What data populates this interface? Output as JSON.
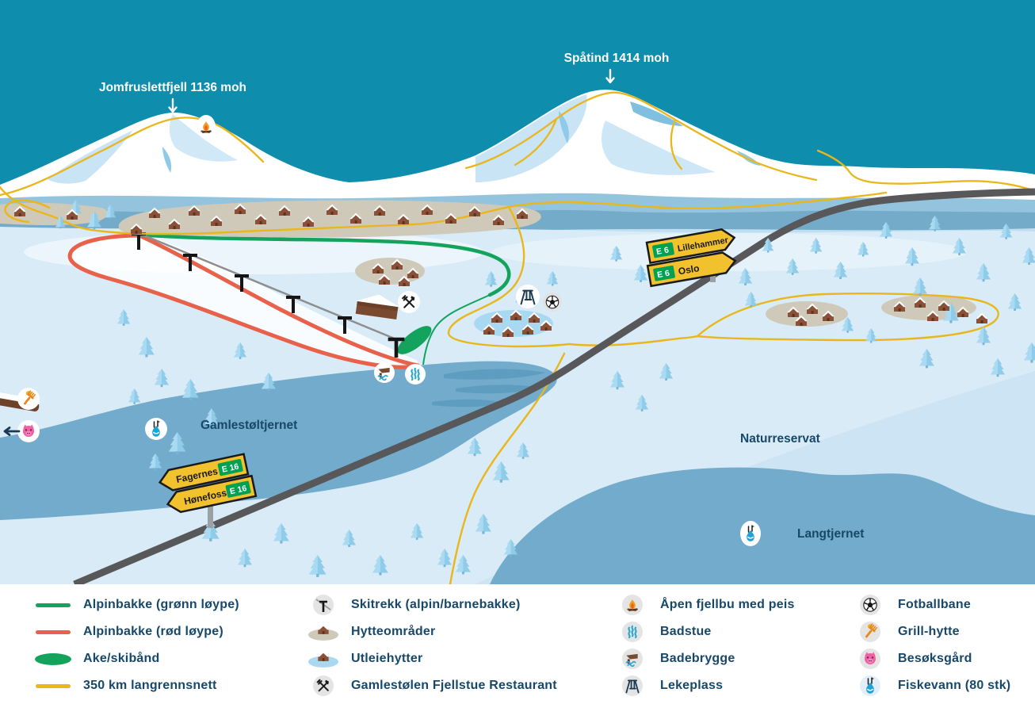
{
  "colors": {
    "sky_teal": "#0e8dac",
    "snow_foreground": "#d8ebf7",
    "mountain_shade": "#c9e4f5",
    "ridge_mid_blue": "#93c3dd",
    "ridge_dark_blue": "#74abc9",
    "lake_blue": "#72abcb",
    "pond_blue": "#a9d9f1",
    "hut_area_grey": "#cfc9ba",
    "hut_brown": "#8a5138",
    "road_grey": "#58585a",
    "slope_green": "#14a35c",
    "slope_red": "#e8614b",
    "trail_yellow": "#e9b71b",
    "text_navy": "#17486a",
    "sign_yellow": "#f2c12e",
    "sign_route_green": "#00a150"
  },
  "map": {
    "peak_labels": [
      {
        "text": "Jomfruslettfjell 1136 moh"
      },
      {
        "text": "Spåtind 1414 moh"
      }
    ],
    "place_labels": [
      {
        "text": "Gamlestøltjernet"
      },
      {
        "text": "Naturreservat"
      },
      {
        "text": "Langtjernet"
      }
    ],
    "road_signs": {
      "west": {
        "rows": [
          {
            "destination": "Fagernes",
            "route": "E 16"
          },
          {
            "destination": "Hønefoss",
            "route": "E 16"
          }
        ]
      },
      "east": {
        "rows": [
          {
            "route": "E 6",
            "destination": "Lillehammer"
          },
          {
            "route": "E 6",
            "destination": "Oslo"
          }
        ]
      }
    },
    "markers": [
      "campfire-icon",
      "restaurant-fork-knife-icon",
      "playground-swing-icon",
      "football-icon",
      "bathing-dock-icon",
      "sauna-steam-icon",
      "grill-fork-icon",
      "pig-icon",
      "fishing-icon",
      "fishing-icon"
    ]
  },
  "legend": {
    "columns": [
      {
        "items": [
          {
            "label": "Alpinbakke (grønn løype)",
            "icon": "green-line"
          },
          {
            "label": "Alpinbakke (rød løype)",
            "icon": "red-line"
          },
          {
            "label": "Ake/skibånd",
            "icon": "green-oval"
          },
          {
            "label": "350 km langrennsnett",
            "icon": "yellow-line"
          }
        ]
      },
      {
        "items": [
          {
            "label": "Skitrekk (alpin/barnebakke)",
            "icon": "ski-lift-tbar-icon"
          },
          {
            "label": "Hytteområder",
            "icon": "hut-grey-area-icon"
          },
          {
            "label": "Utleiehytter",
            "icon": "hut-blue-area-icon"
          },
          {
            "label": "Gamlestølen Fjellstue Restaurant",
            "icon": "fork-knife-icon"
          }
        ]
      },
      {
        "items": [
          {
            "label": "Åpen fjellbu med peis",
            "icon": "campfire-icon"
          },
          {
            "label": "Badstue",
            "icon": "steam-icon"
          },
          {
            "label": "Badebrygge",
            "icon": "dock-icon"
          },
          {
            "label": "Lekeplass",
            "icon": "swing-icon"
          }
        ]
      },
      {
        "items": [
          {
            "label": "Fotballbane",
            "icon": "football-icon"
          },
          {
            "label": "Grill-hytte",
            "icon": "grill-fork-icon"
          },
          {
            "label": "Besøksgård",
            "icon": "pig-icon"
          },
          {
            "label": "Fiskevann (80 stk)",
            "icon": "fish-icon"
          }
        ]
      }
    ]
  }
}
